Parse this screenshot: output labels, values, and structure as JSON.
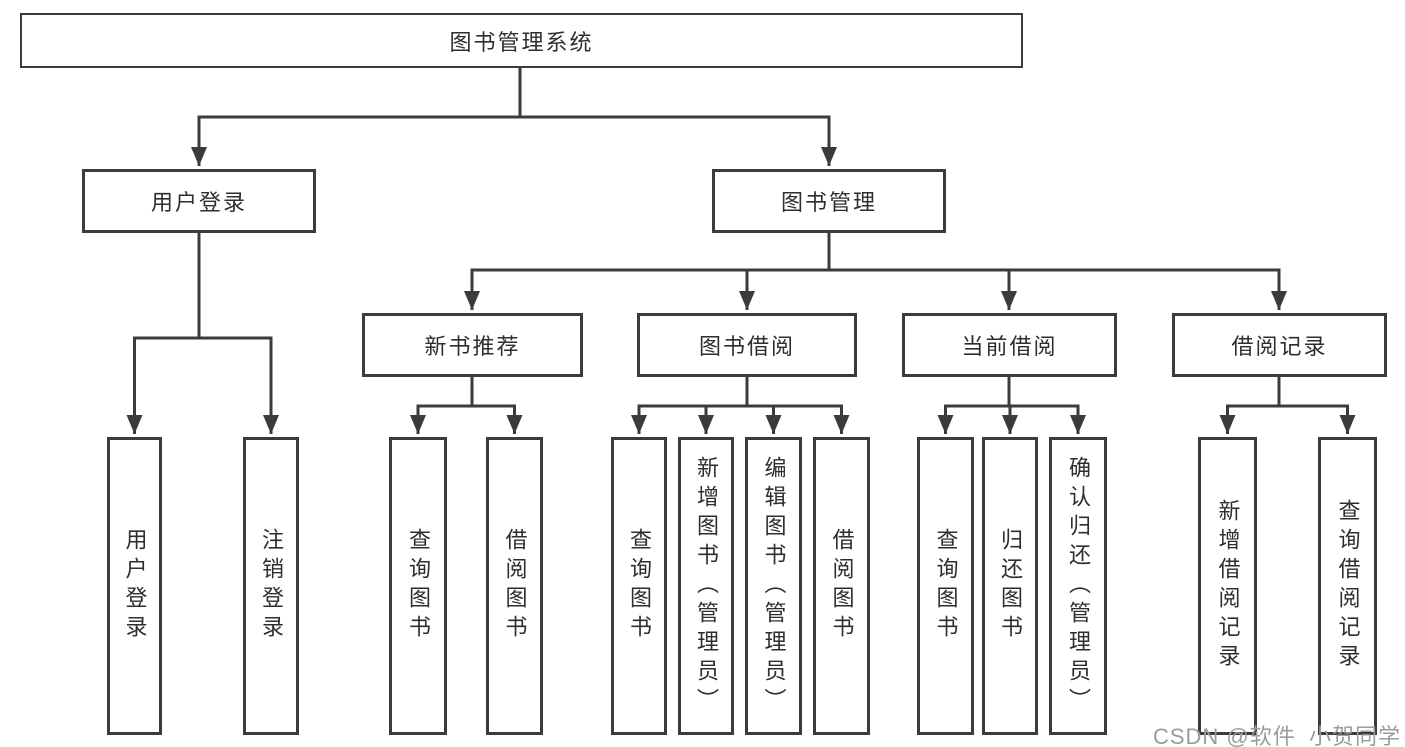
{
  "diagram": {
    "root": {
      "label": "图书管理系统"
    },
    "branches": [
      {
        "label": "用户登录",
        "leaves": [
          {
            "label": "用户登录"
          },
          {
            "label": "注销登录"
          }
        ]
      },
      {
        "label": "图书管理",
        "sections": [
          {
            "label": "新书推荐",
            "leaves": [
              {
                "label": "查询图书"
              },
              {
                "label": "借阅图书"
              }
            ]
          },
          {
            "label": "图书借阅",
            "leaves": [
              {
                "label": "查询图书"
              },
              {
                "label": "新增图书（管理员）"
              },
              {
                "label": "编辑图书（管理员）"
              },
              {
                "label": "借阅图书"
              }
            ]
          },
          {
            "label": "当前借阅",
            "leaves": [
              {
                "label": "查询图书"
              },
              {
                "label": "归还图书"
              },
              {
                "label": "确认归还（管理员）"
              }
            ]
          },
          {
            "label": "借阅记录",
            "leaves": [
              {
                "label": "新增借阅记录"
              },
              {
                "label": "查询借阅记录"
              }
            ]
          }
        ]
      }
    ]
  },
  "watermark": {
    "text": "CSDN @软件_小贺同学"
  },
  "colors": {
    "line": "#3b3b3b",
    "text": "#2e2e2e",
    "watermark": "#9b9b9b",
    "background": "#ffffff"
  }
}
